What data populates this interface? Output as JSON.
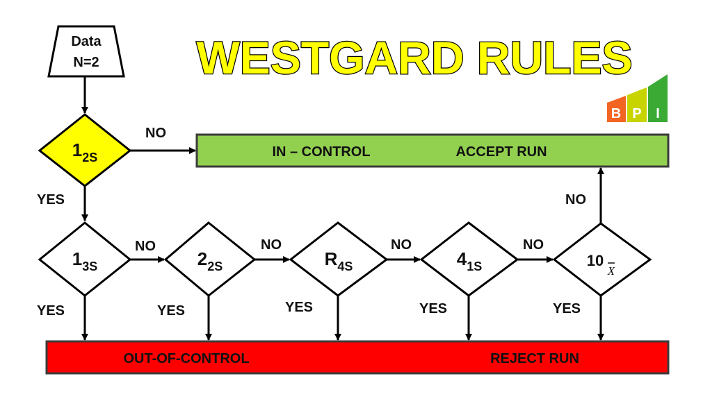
{
  "title": "WESTGARD RULES",
  "logo": {
    "letters": [
      "B",
      "P",
      "I"
    ]
  },
  "start": {
    "line1": "Data",
    "line2": "N=2"
  },
  "rules": {
    "r12s": {
      "main": "1",
      "sub": "2S"
    },
    "r13s": {
      "main": "1",
      "sub": "3S"
    },
    "r22s": {
      "main": "2",
      "sub": "2S"
    },
    "rr4s": {
      "main": "R",
      "sub": "4S"
    },
    "r41s": {
      "main": "4",
      "sub": "1S"
    },
    "r10x": {
      "main": "10",
      "sub": "X"
    }
  },
  "outcomes": {
    "accept": {
      "left": "IN – CONTROL",
      "right": "ACCEPT RUN"
    },
    "reject": {
      "left": "OUT-OF-CONTROL",
      "right": "REJECT RUN"
    }
  },
  "labels": {
    "yes": "YES",
    "no": "NO"
  },
  "colors": {
    "title_fill": "#ffff00",
    "accept_fill": "#92d050",
    "reject_fill": "#ff0000",
    "highlight_diamond": "#ffff00",
    "logo_orange": "#f26522",
    "logo_yellow": "#c8d400",
    "logo_green": "#3aaa35"
  }
}
